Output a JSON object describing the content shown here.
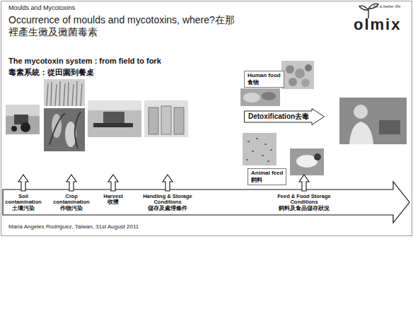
{
  "diagram": {
    "title": "Occurrence of moulds and mycotoxins, where?在那裡產生黴及黴菌毒素",
    "nodes": [
      {
        "text": [
          "Human food",
          "食物"
        ]
      },
      {
        "text": [
          "Detoxification去毒"
        ]
      },
      {
        "text": [
          "Animal feed",
          "飼料"
        ]
      }
    ],
    "labels": [
      "Moulds and Mycotoxins",
      "olmix",
      "for a better life",
      "The mycotoxin system : from field to fork",
      "毒素系統：從田園到餐桌",
      "Soil contamination",
      "土壤污染",
      "Crop contamination",
      "作物污染",
      "Harvest",
      "收獲",
      "Handling & Storage Conditions",
      "儲存及處理條件",
      "Feed & Food Storage Conditions",
      "飼料及食品儲存狀況",
      "Maria Angeles Rodriguez, Taiwan, 31st August 2011"
    ]
  }
}
